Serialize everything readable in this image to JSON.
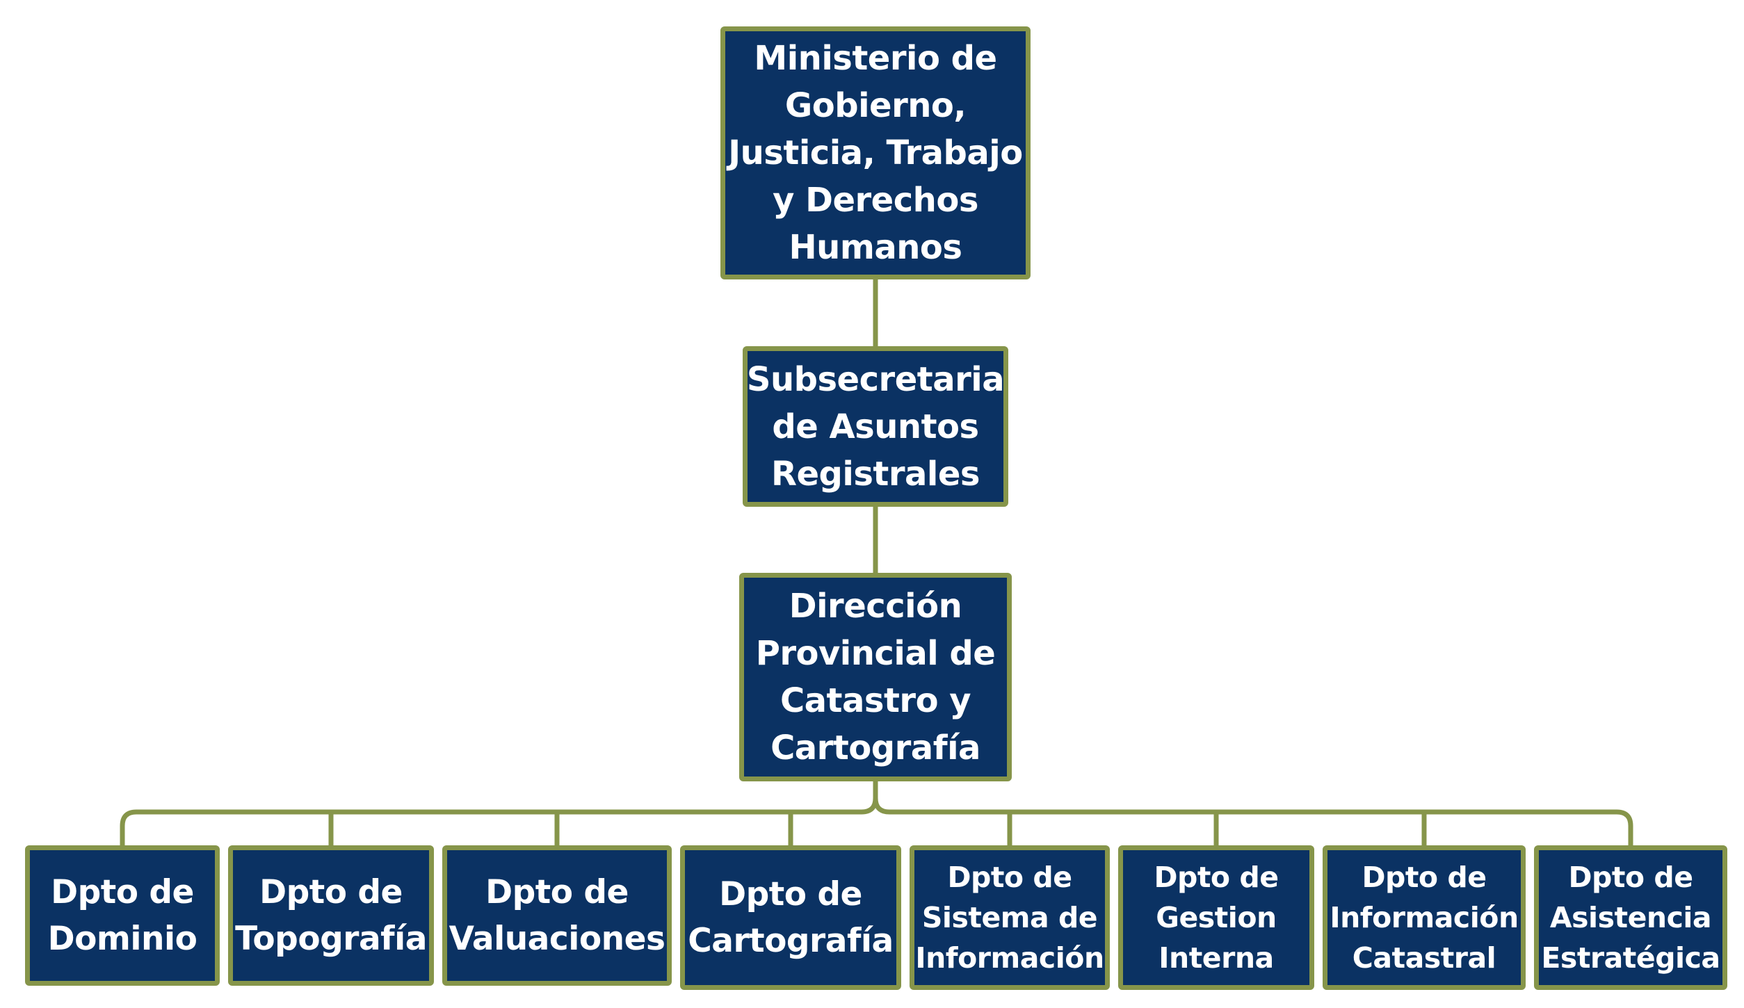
{
  "colors": {
    "box_fill": "#0b3263",
    "box_border": "#86954a",
    "connector": "#86954a",
    "text": "#ffffff",
    "background": "#ffffff"
  },
  "org_chart": {
    "ministerio": "Ministerio de\nGobierno,\nJusticia, Trabajo\ny Derechos\nHumanos",
    "subsecretaria": "Subsecretaria\nde Asuntos\nRegistrales",
    "direccion": "Dirección\nProvincial de\nCatastro y\nCartografía",
    "departamentos": [
      "Dpto de\nDominio",
      "Dpto de\nTopografía",
      "Dpto de\nValuaciones",
      "Dpto de\nCartografía",
      "Dpto de\nSistema de\nInformación",
      "Dpto de\nGestion\nInterna",
      "Dpto de\nInformación\nCatastral",
      "Dpto de\nAsistencia\nEstratégica"
    ]
  }
}
